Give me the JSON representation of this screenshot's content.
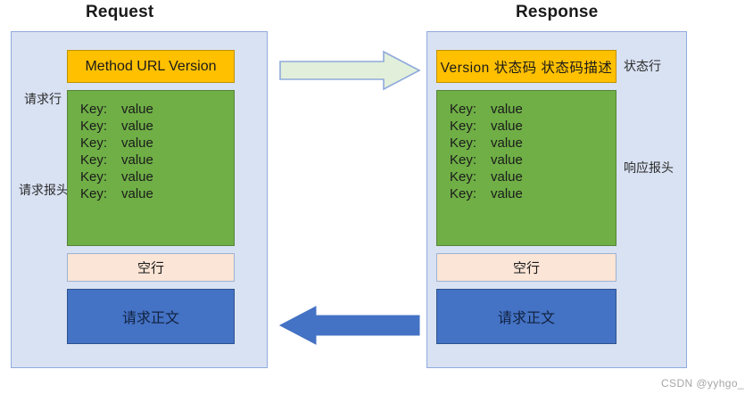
{
  "titles": {
    "request": "Request",
    "response": "Response"
  },
  "request": {
    "start_line": {
      "label": "请求行",
      "parts": "Method    URL    Version"
    },
    "headers": {
      "label": "请求报头",
      "rows": [
        {
          "key": "Key:",
          "value": "value"
        },
        {
          "key": "Key:",
          "value": "value"
        },
        {
          "key": "Key:",
          "value": "value"
        },
        {
          "key": "Key:",
          "value": "value"
        },
        {
          "key": "Key:",
          "value": "value"
        },
        {
          "key": "Key:",
          "value": "value"
        }
      ]
    },
    "blank_line": {
      "text": "空行"
    },
    "body": {
      "text": "请求正文"
    }
  },
  "response": {
    "status_line": {
      "label": "状态行",
      "parts": "Version  状态码  状态码描述"
    },
    "headers": {
      "label": "响应报头",
      "rows": [
        {
          "key": "Key:",
          "value": "value"
        },
        {
          "key": "Key:",
          "value": "value"
        },
        {
          "key": "Key:",
          "value": "value"
        },
        {
          "key": "Key:",
          "value": "value"
        },
        {
          "key": "Key:",
          "value": "value"
        },
        {
          "key": "Key:",
          "value": "value"
        }
      ]
    },
    "blank_line": {
      "text": "空行"
    },
    "body": {
      "text": "请求正文"
    }
  },
  "arrows": {
    "request_arrow": {
      "name": "right-arrow",
      "direction": "right",
      "fill": "#E2EFDA",
      "stroke": "#8FAADC"
    },
    "response_arrow": {
      "name": "left-arrow",
      "direction": "left",
      "fill": "#4472C4",
      "stroke": "#4472C4"
    }
  },
  "colors": {
    "panel_bg": "#D9E2F3",
    "panel_border": "#8FAADC",
    "start_line": "#FFC000",
    "headers": "#6FAF46",
    "blank_line": "#FBE5D6",
    "body": "#4472C4"
  },
  "watermark": "CSDN @yyhgo_"
}
